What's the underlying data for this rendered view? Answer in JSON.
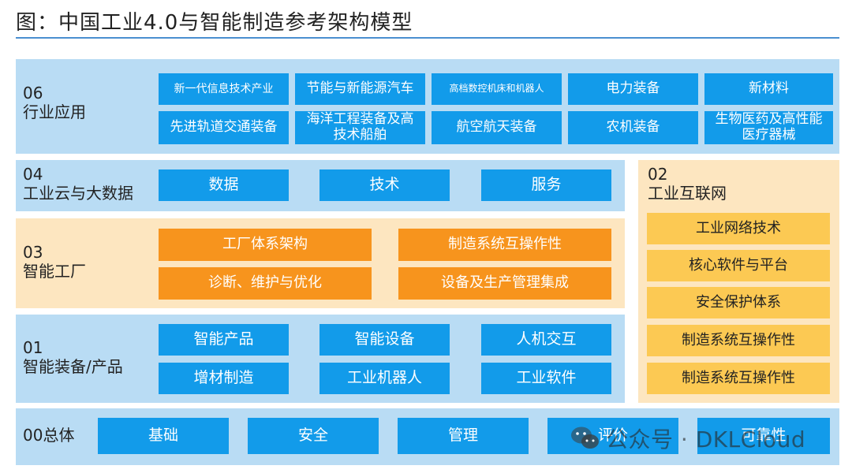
{
  "title": "图：中国工业4.0与智能制造参考架构模型",
  "layer06": {
    "number": "06",
    "name": "行业应用",
    "items": [
      "新一代信息技术产业",
      "节能与新能源汽车",
      "高档数控机床和机器人",
      "电力装备",
      "新材料",
      "先进轨道交通装备",
      "海洋工程装备及高技术船舶",
      "航空航天装备",
      "农机装备",
      "生物医药及高性能医疗器械"
    ]
  },
  "layer04": {
    "number": "04",
    "name": "工业云与大数据",
    "items": [
      "数据",
      "技术",
      "服务"
    ]
  },
  "layer03": {
    "number": "03",
    "name": "智能工厂",
    "items": [
      "工厂体系架构",
      "制造系统互操作性",
      "诊断、维护与优化",
      "设备及生产管理集成"
    ]
  },
  "layer01": {
    "number": "01",
    "name": "智能装备/产品",
    "items": [
      "智能产品",
      "智能设备",
      "人机交互",
      "增材制造",
      "工业机器人",
      "工业软件"
    ]
  },
  "layer00": {
    "name": "00总体",
    "items": [
      "基础",
      "安全",
      "管理",
      "评价",
      "可靠性"
    ]
  },
  "layer02": {
    "number": "02",
    "name": "工业互联网",
    "items": [
      "工业网络技术",
      "核心软件与平台",
      "安全保护体系",
      "制造系统互操作性",
      "制造系统互操作性"
    ]
  },
  "watermark": {
    "text": "公众号 · DKLCloud",
    "icon": "wechat-icon"
  },
  "colors": {
    "blue_layer": "#b9dcf4",
    "tan_layer": "#fde6c0",
    "blue_box": "#129bea",
    "orange_box": "#f7941d",
    "yellow_box": "#fcc953",
    "rule": "#4a8fd0"
  }
}
